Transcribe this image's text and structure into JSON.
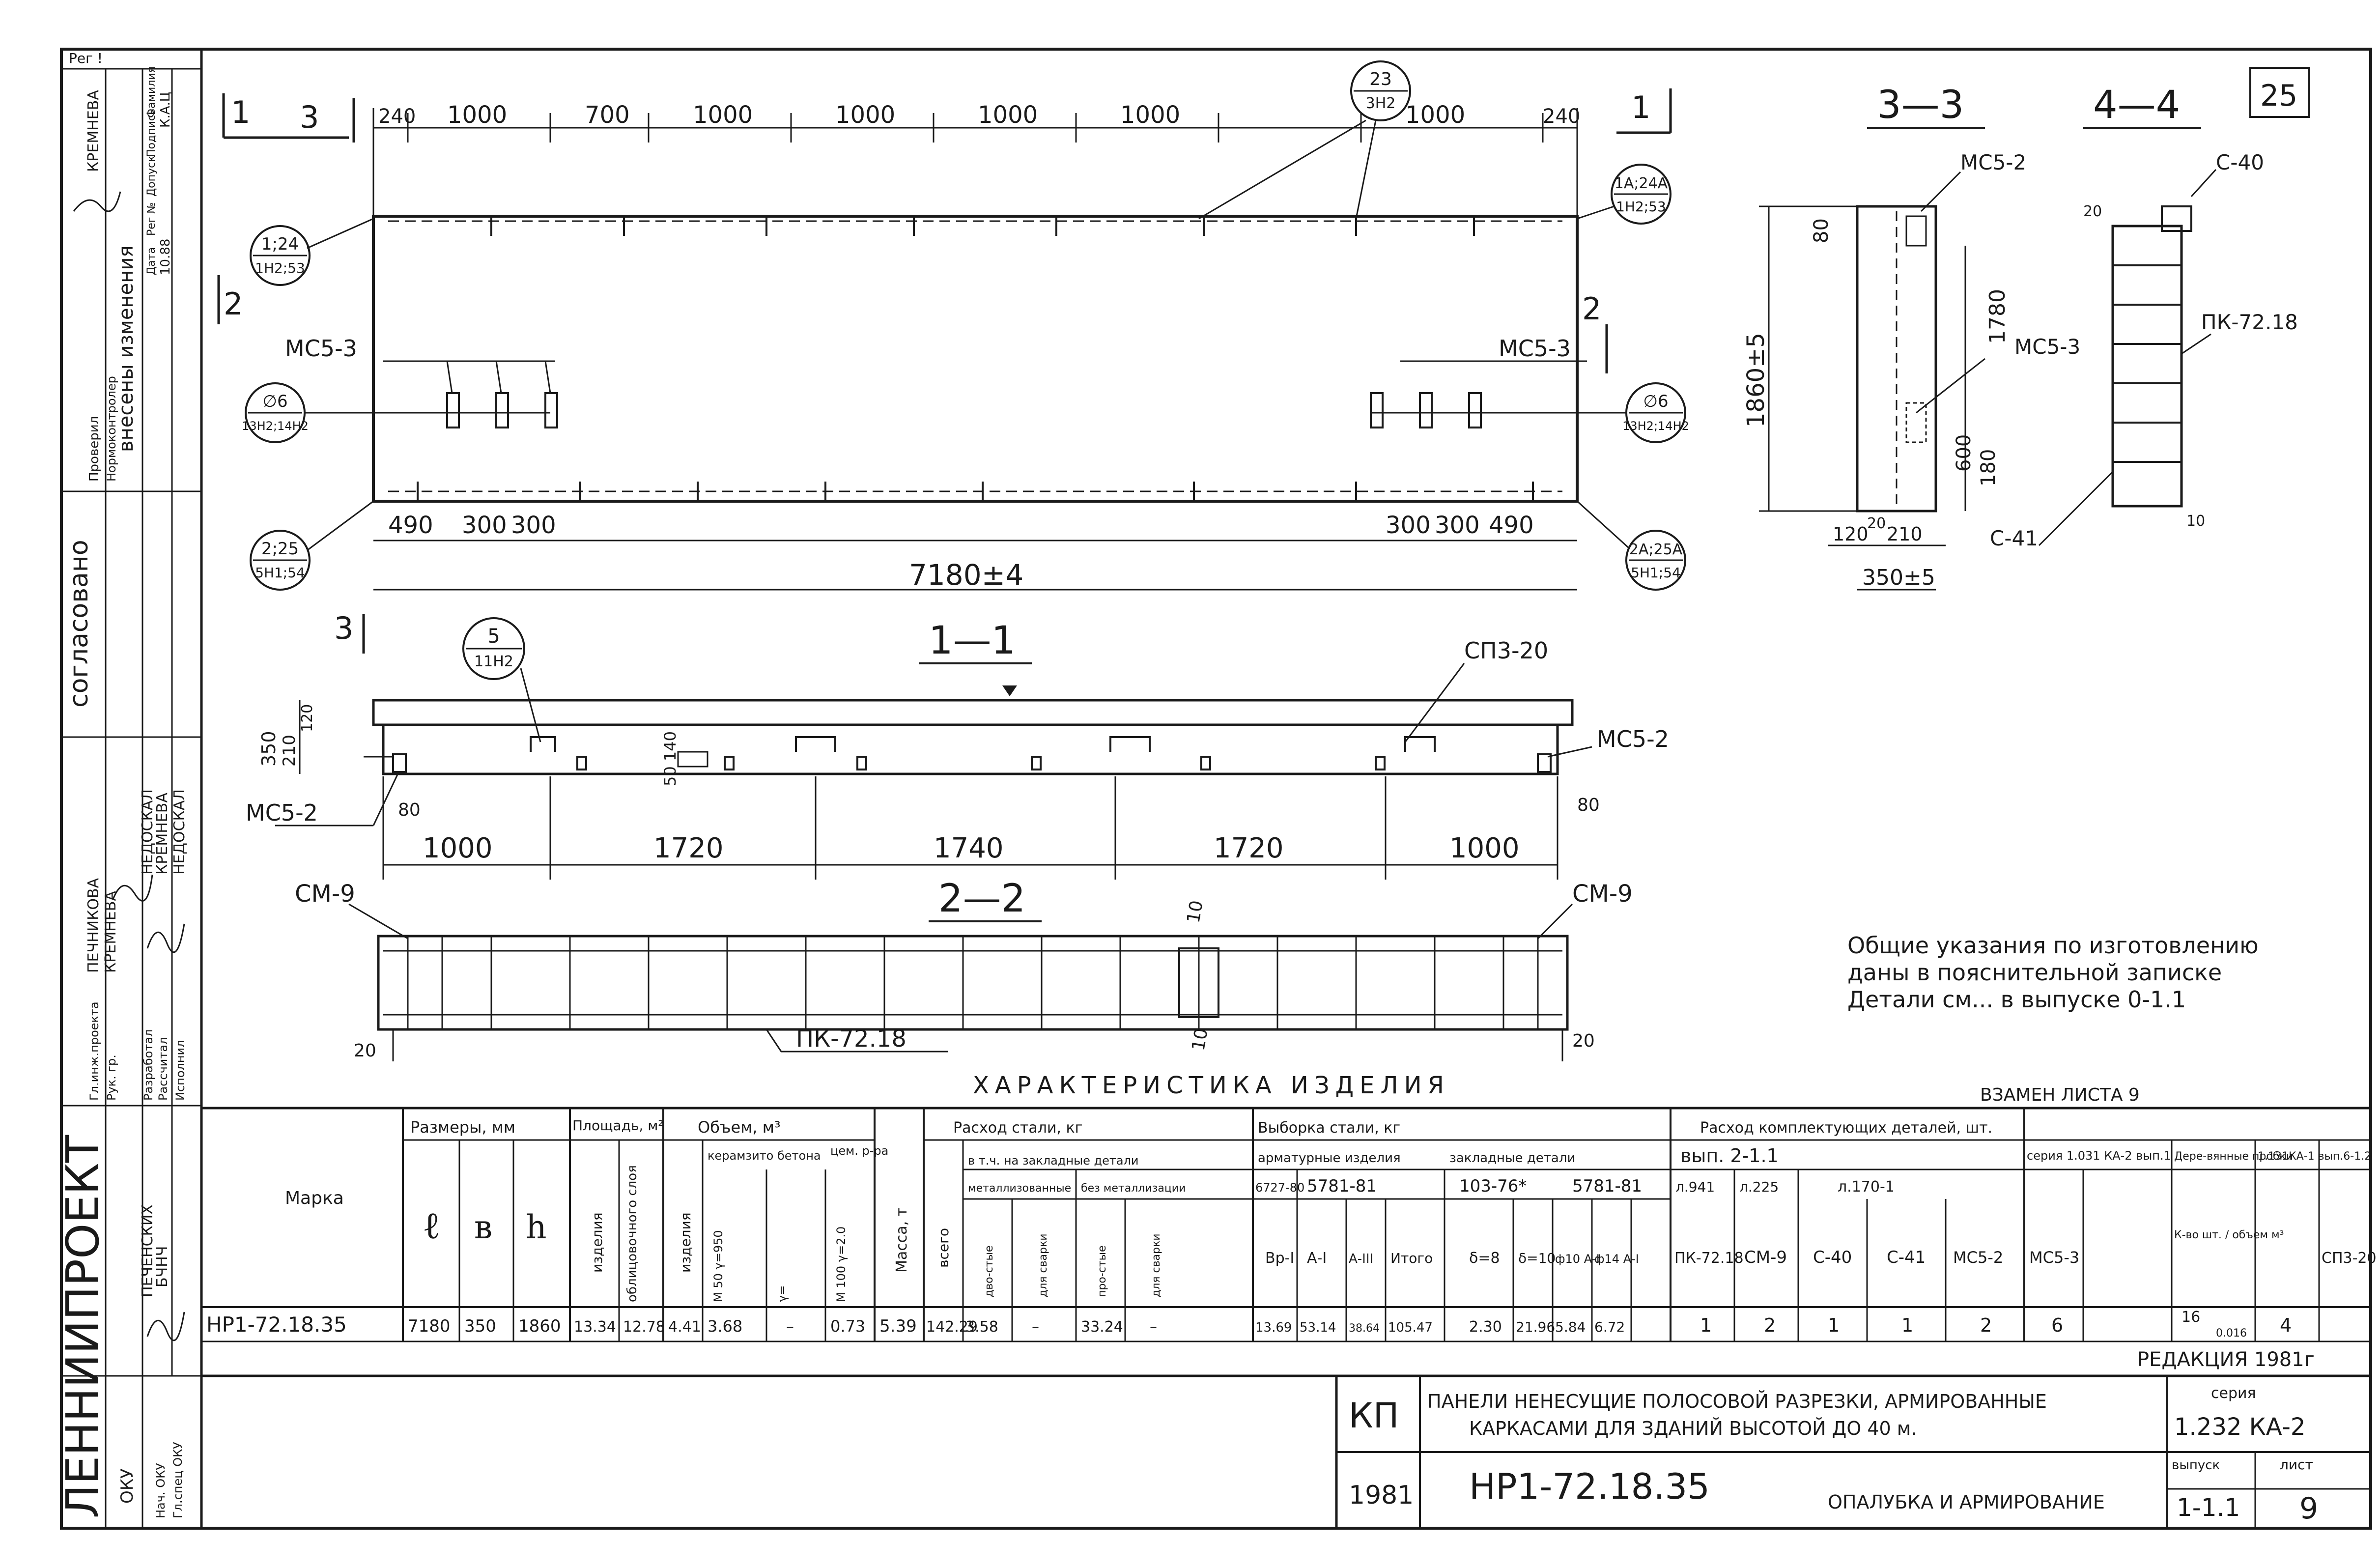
{
  "sheet_number_top": "25",
  "tag_top_left": "Рег !",
  "sections": {
    "s33": "3—3",
    "s44": "4—4",
    "s11": "1—1",
    "s22": "2—2",
    "mark_1_left": "1",
    "mark_3_left": "3",
    "mark_2_left": "2",
    "mark_1_right": "1",
    "mark_2_right": "2",
    "mark_3_bottom": "3"
  },
  "elevation": {
    "top_dims": [
      "240",
      "1000",
      "700",
      "1000",
      "1000",
      "1000",
      "1000",
      "1000",
      "240"
    ],
    "bottom_dims_left": [
      "490",
      "300",
      "300"
    ],
    "bottom_dims_right": [
      "300",
      "300",
      "490"
    ],
    "total_length": "7180±4",
    "callouts": [
      {
        "top": "1;24",
        "bottom": "1Н2;53"
      },
      {
        "top": "23",
        "bottom": "3Н2"
      },
      {
        "top": "1А;24А",
        "bottom": "1Н2;53"
      },
      {
        "top": "∅6",
        "bottom": "13Н2;14Н2"
      },
      {
        "top": "∅6",
        "bottom": "13Н2;14Н2"
      },
      {
        "top": "2;25",
        "bottom": "5Н1;54"
      },
      {
        "top": "2А;25А",
        "bottom": "5Н1;54"
      },
      {
        "top": "5",
        "bottom": "11Н2"
      }
    ],
    "mcs3_left": "МС5-3",
    "mcs3_right": "МС5-3"
  },
  "section33": {
    "mcs2": "МС5-2",
    "mcs3": "МС5-3",
    "height": "1860±5",
    "d80": "80",
    "d1780": "1780",
    "d600": "600",
    "d180": "180",
    "d120": "120",
    "d20": "20",
    "d210": "210",
    "width": "350±5"
  },
  "section44": {
    "c40": "С-40",
    "c41": "С-41",
    "pk": "ПК-72.18",
    "d20": "20",
    "d10": "10"
  },
  "section11": {
    "sp3": "СП3-20",
    "mcs2_left": "МС5-2",
    "mcs2_right": "МС5-2",
    "d350": "350",
    "d210": "210",
    "d120": "120",
    "d50_140": "50 140",
    "d80l": "80",
    "d80r": "80",
    "dims": [
      "1000",
      "1720",
      "1740",
      "1720",
      "1000"
    ]
  },
  "section22": {
    "cm9_left": "СМ-9",
    "cm9_right": "СМ-9",
    "pk": "ПК-72.18",
    "d20l": "20",
    "d20r": "20",
    "d10a": "10",
    "d10b": "10"
  },
  "notes": {
    "line1": "Общие указания по изготовлению",
    "line2": "даны в пояснительной записке",
    "line3": "Детали см... в выпуске   0-1.1",
    "replaces": "ВЗАМЕН ЛИСТА 9"
  },
  "char_title": "ХАРАКТЕРИСТИКА    ИЗДЕЛИЯ",
  "table": {
    "h_marka": "Марка",
    "h_sizes": "Размеры, мм",
    "h_l": "ℓ",
    "h_b": "в",
    "h_h": "h",
    "h_area": "Площадь, м²",
    "h_area_item": "изделия",
    "h_area_facing": "облицовочного слоя",
    "h_volume": "Объем, м³",
    "h_vol_item": "изделия",
    "h_ceram": "керамзито бетона",
    "h_cement": "цем. р-ра",
    "h_m50": "М 50 γ=950",
    "h_gamma": "γ=",
    "h_m100": "М 100 γ=2.0",
    "h_mass": "Масса, т",
    "h_steel": "Расход стали, кг",
    "h_total": "всего",
    "h_incl": "в т.ч. на закладные детали",
    "h_metal": "металлизованные",
    "h_nometal": "без металлизации",
    "h_dvu": "дво-стые",
    "h_dlya1": "для сварки",
    "h_pro": "про-стые",
    "h_dlya2": "для сварки",
    "h_select": "Выборка стали, кг",
    "h_arm": "арматурные изделия",
    "h_zakl": "закладные детали",
    "h_6727": "6727-80",
    "h_5781": "5781-81",
    "h_10376": "103-76*",
    "h_5781b": "5781-81",
    "h_vr1": "Вр-I",
    "h_a1": "А-I",
    "h_a3": "А-III",
    "h_itogo": "Итого",
    "h_d8": "δ=8",
    "h_d10": "δ=10",
    "h_phi10": "ф10 А-I",
    "h_phi14": "ф14 А-I",
    "h_parts": "Расход комплектующих деталей, шт.",
    "h_vyp": "вып. 2-1.1",
    "h_seria": "серия 1.031 КА-2 вып.1",
    "h_plugs": "Дере-вянные пробки",
    "h_113": "1.131КА-1 вып.6-1.2",
    "h_l941": "л.941",
    "h_l225": "л.225",
    "h_l170": "л.170-1",
    "h_pk": "ПК-72.18",
    "h_cm": "СМ-9",
    "h_c40": "С-40",
    "h_c41": "С-41",
    "h_mcs2": "МС5-2",
    "h_mcs3": "МС5-3",
    "h_kvo": "К-во шт. / объем м³",
    "h_sp3": "СП3-20",
    "row": {
      "marka": "НР1-72.18.35",
      "l": "7180",
      "b": "350",
      "h": "1860",
      "area_item": "13.34",
      "area_facing": "12.78",
      "vol_item": "4.41",
      "vol_ceram": "3.68",
      "vol_gamma": "–",
      "vol_cement": "0.73",
      "mass": "5.39",
      "steel_total": "142.29",
      "dvu": "3.58",
      "dlya1": "–",
      "pro": "33.24",
      "dlya2": "–",
      "vr1": "13.69",
      "a1": "53.14",
      "a3": "38.64",
      "itogo": "105.47",
      "d8": "2.30",
      "d10": "21.96",
      "phi10": "5.84",
      "phi14": "6.72",
      "pk": "1",
      "cm": "2",
      "c40": "1",
      "c41": "1",
      "mcs2": "2",
      "mcs3": "6",
      "kvo_top": "16",
      "kvo_bot": "0.016",
      "sp3": "4"
    },
    "redaction": "РЕДАКЦИЯ 1981г"
  },
  "titleblock": {
    "kp": "КП",
    "year": "1981",
    "title1": "ПАНЕЛИ НЕНЕСУЩИЕ ПОЛОСОВОЙ РАЗРЕЗКИ, АРМИРОВАННЫЕ",
    "title2": "КАРКАСАМИ ДЛЯ ЗДАНИЙ ВЫСОТОЙ ДО 40 м.",
    "code": "НР1-72.18.35",
    "subtitle": "ОПАЛУБКА И АРМИРОВАНИЕ",
    "seria_label": "серия",
    "seria_value": "1.232 КА-2",
    "vypusk_label": "выпуск",
    "vypusk_value": "1-1.1",
    "list_label": "лист",
    "list_value": "9"
  },
  "sidebar": {
    "org": "ЛЕННИИПРОЕКТ",
    "org2": "ОКУ",
    "agreed": "согласовано",
    "changes": "внесены изменения",
    "roles": [
      "Проверил",
      "Нормоконтролер",
      "Гл.инж.проекта",
      "Рук. гр.",
      "Разработал",
      "Рассчитал",
      "Исполнил",
      "Нач. ОКУ",
      "Гл.спец ОКУ"
    ],
    "names": [
      "КРЕМНЕВА",
      "ПЕЧНИКОВА",
      "КРЕМНЕВА",
      "НЕДОСКАЛ",
      "КРЕМНЕВА",
      "НЕДОСКАЛ",
      "ПЕЧЕНСКИХ",
      "БЧНЧ"
    ],
    "chg": [
      "Дата",
      "Рег №",
      "Допуск",
      "Подпись",
      "Фамилия",
      "10.88",
      "К.А.Ц"
    ]
  }
}
